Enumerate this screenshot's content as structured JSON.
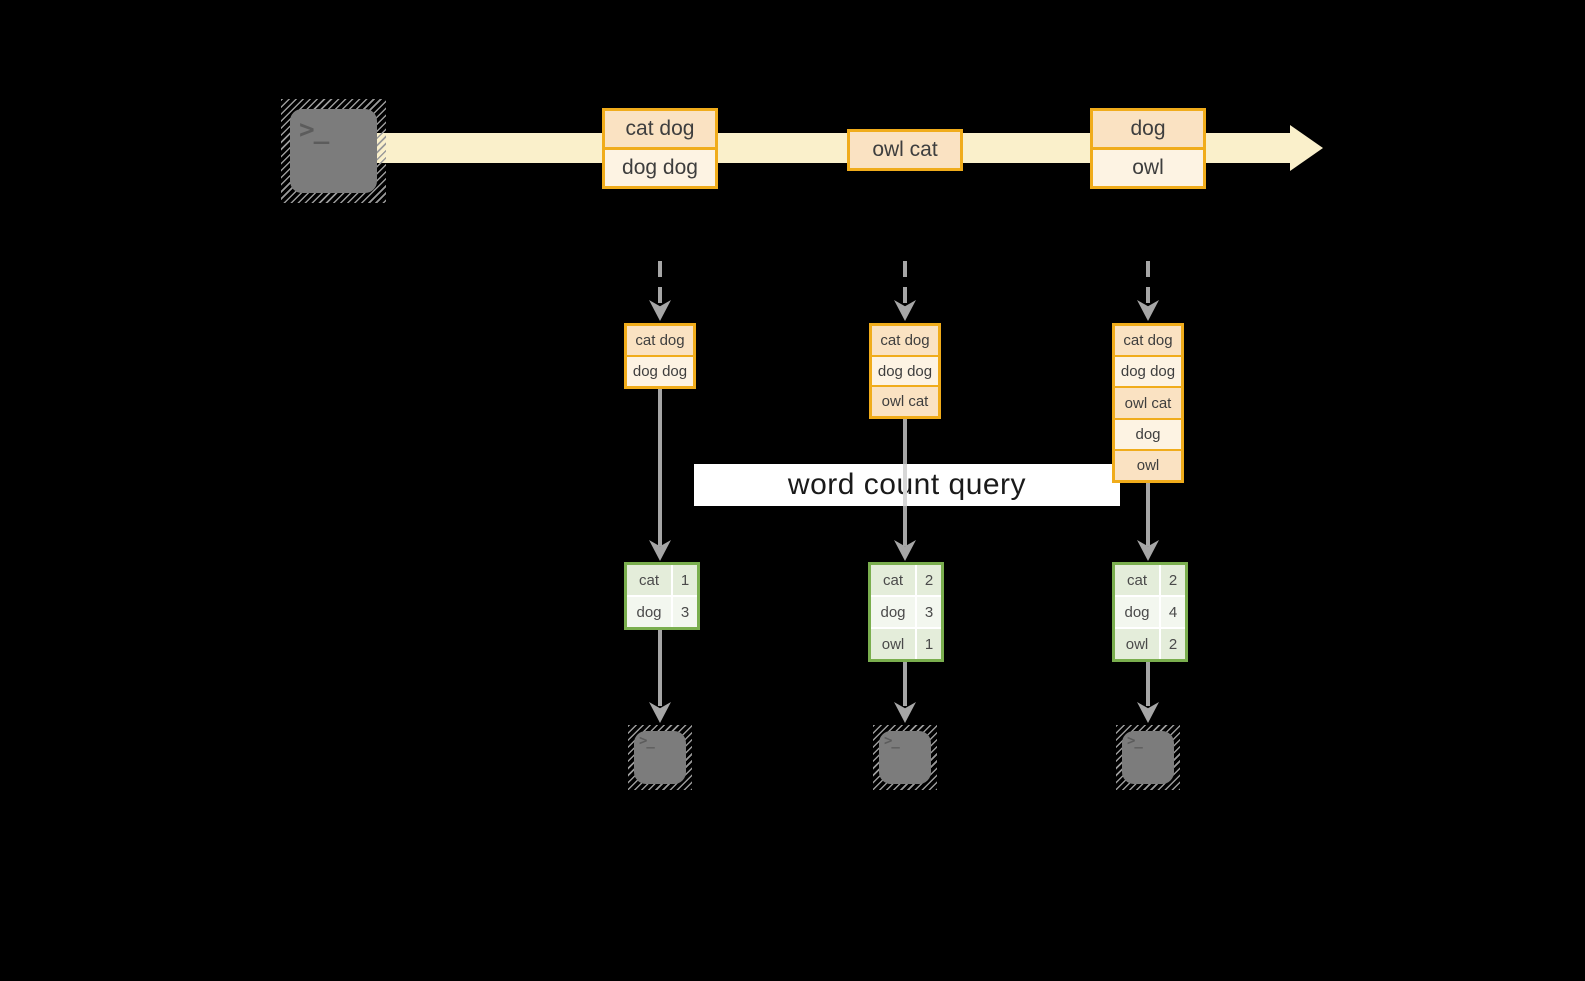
{
  "diagram": {
    "banner_label": "word count query",
    "terminal_prompt": ">_",
    "colors": {
      "background": "#000000",
      "stream_band": "#FAF0CB",
      "event_border": "#F0AC1B",
      "event_fill_dark": "#FAE2C2",
      "event_fill_light": "#FDF3E3",
      "table_border": "#7AAE4E",
      "table_cell_green": "#E4EDDA",
      "table_cell_white": "#F3F7EF",
      "arrow": "#A6A6A6",
      "banner_background": "#FFFFFF"
    }
  },
  "stream": {
    "events": [
      {
        "lines": [
          "cat dog",
          "dog dog"
        ]
      },
      {
        "lines": [
          "owl cat"
        ]
      },
      {
        "lines": [
          "dog",
          "owl"
        ]
      }
    ]
  },
  "columns": [
    {
      "buffer": [
        "cat dog",
        "dog dog"
      ],
      "counts": [
        [
          "cat",
          "1"
        ],
        [
          "dog",
          "3"
        ]
      ]
    },
    {
      "buffer": [
        "cat dog",
        "dog dog",
        "owl cat"
      ],
      "counts": [
        [
          "cat",
          "2"
        ],
        [
          "dog",
          "3"
        ],
        [
          "owl",
          "1"
        ]
      ]
    },
    {
      "buffer": [
        "cat dog",
        "dog dog",
        "owl cat",
        "dog",
        "owl"
      ],
      "counts": [
        [
          "cat",
          "2"
        ],
        [
          "dog",
          "4"
        ],
        [
          "owl",
          "2"
        ]
      ]
    }
  ]
}
